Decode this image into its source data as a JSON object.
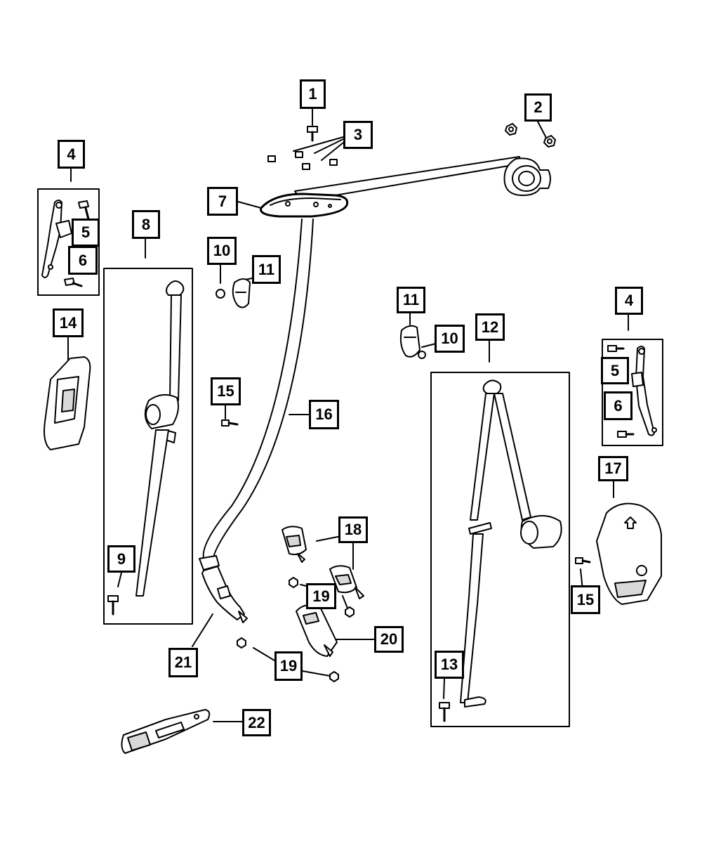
{
  "callouts": {
    "c1": "1",
    "c2": "2",
    "c3": "3",
    "c4a": "4",
    "c4b": "4",
    "c5a": "5",
    "c5b": "5",
    "c6a": "6",
    "c6b": "6",
    "c7": "7",
    "c8": "8",
    "c9": "9",
    "c10a": "10",
    "c10b": "10",
    "c11a": "11",
    "c11b": "11",
    "c12": "12",
    "c13": "13",
    "c14": "14",
    "c15a": "15",
    "c15b": "15",
    "c16": "16",
    "c17": "17",
    "c18": "18",
    "c19a": "19",
    "c19b": "19",
    "c20": "20",
    "c21": "21",
    "c22": "22"
  },
  "colors": {
    "line": "#000000",
    "background": "#ffffff",
    "part_fill": "#ffffff",
    "shade": "#d9d9d9"
  }
}
